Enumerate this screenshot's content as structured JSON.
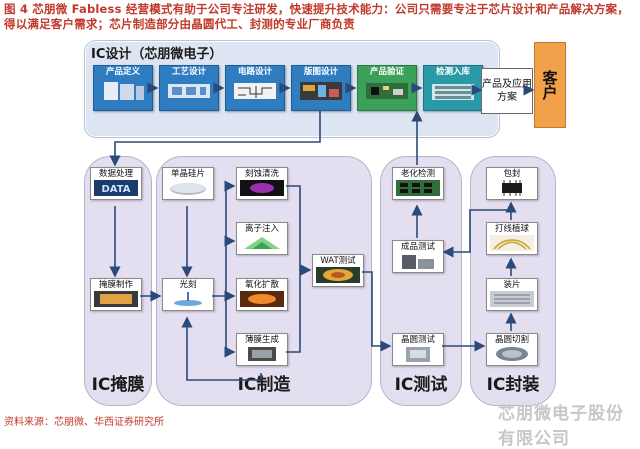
{
  "caption": "图 4  芯朋微 Fabless 经营模式有助于公司专注研发，快速提升技术能力：公司只需要专注于芯片设计和产品解决方案，得以满足客户需求；芯片制造部分由晶圆代工、封测的专业厂商负责",
  "source": "资料来源：芯朋微、华西证券研究所",
  "watermark": "芯朋微电子股份有限公司",
  "design_panel": {
    "title": "IC设计（芯朋微电子）",
    "steps": [
      "产品定义",
      "工艺设计",
      "电路设计",
      "版图设计",
      "产品验证",
      "检测入库"
    ]
  },
  "application": "产品及应用方案",
  "customer": "客户",
  "lanes": {
    "mask": {
      "title": "IC掩膜",
      "steps": [
        "数据处理",
        "掩膜制作"
      ]
    },
    "fab": {
      "title": "IC制造",
      "steps": [
        "单晶硅片",
        "光刻",
        "刻蚀清洗",
        "离子注入",
        "氧化扩散",
        "薄膜生成",
        "WAT测试"
      ]
    },
    "test": {
      "title": "IC测试",
      "steps": [
        "老化检测",
        "成品测试",
        "晶圆测试"
      ]
    },
    "package": {
      "title": "IC封装",
      "steps": [
        "包封",
        "打线植球",
        "装片",
        "晶圆切割"
      ]
    }
  },
  "colors": {
    "design_panel": "#dde4f2",
    "lane": "#e4dff0",
    "step_blue": "#2f7cc1",
    "customer": "#f0a14a",
    "arrow": "#2b4a7a",
    "caption": "#c0392b"
  }
}
